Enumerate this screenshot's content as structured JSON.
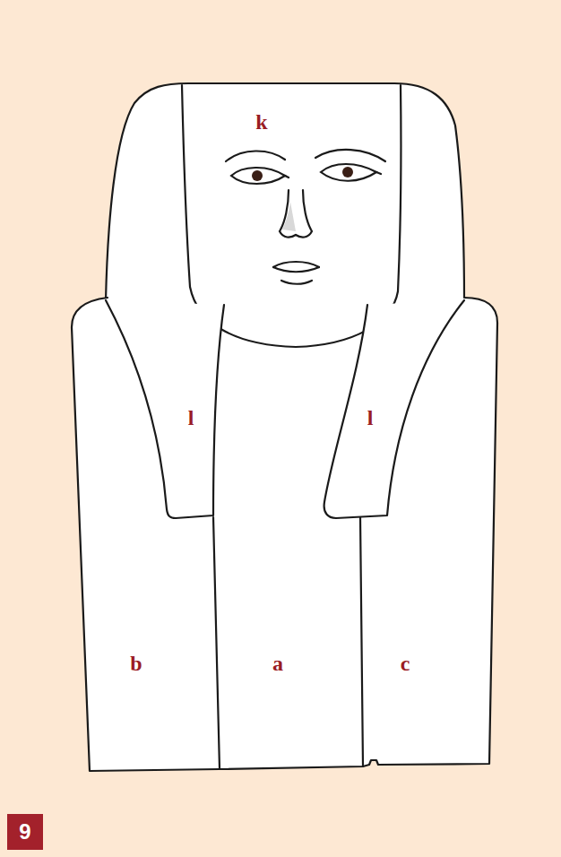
{
  "diagram": {
    "nodes": [
      {
        "text": [
          "9"
        ]
      }
    ],
    "labels": [
      "k",
      "l",
      "l",
      "b",
      "a",
      "c"
    ]
  }
}
